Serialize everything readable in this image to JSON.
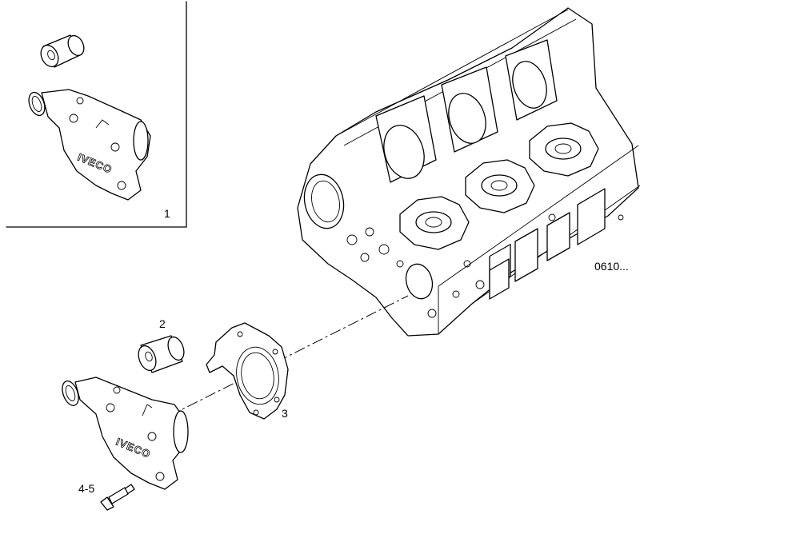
{
  "callouts": {
    "c1": "1",
    "c2": "2",
    "c3": "3",
    "c45": "4-5"
  },
  "drawing_code": "0610...",
  "brand_mark": "IVECO",
  "colors": {
    "ink": "#000000",
    "paper": "#ffffff"
  }
}
